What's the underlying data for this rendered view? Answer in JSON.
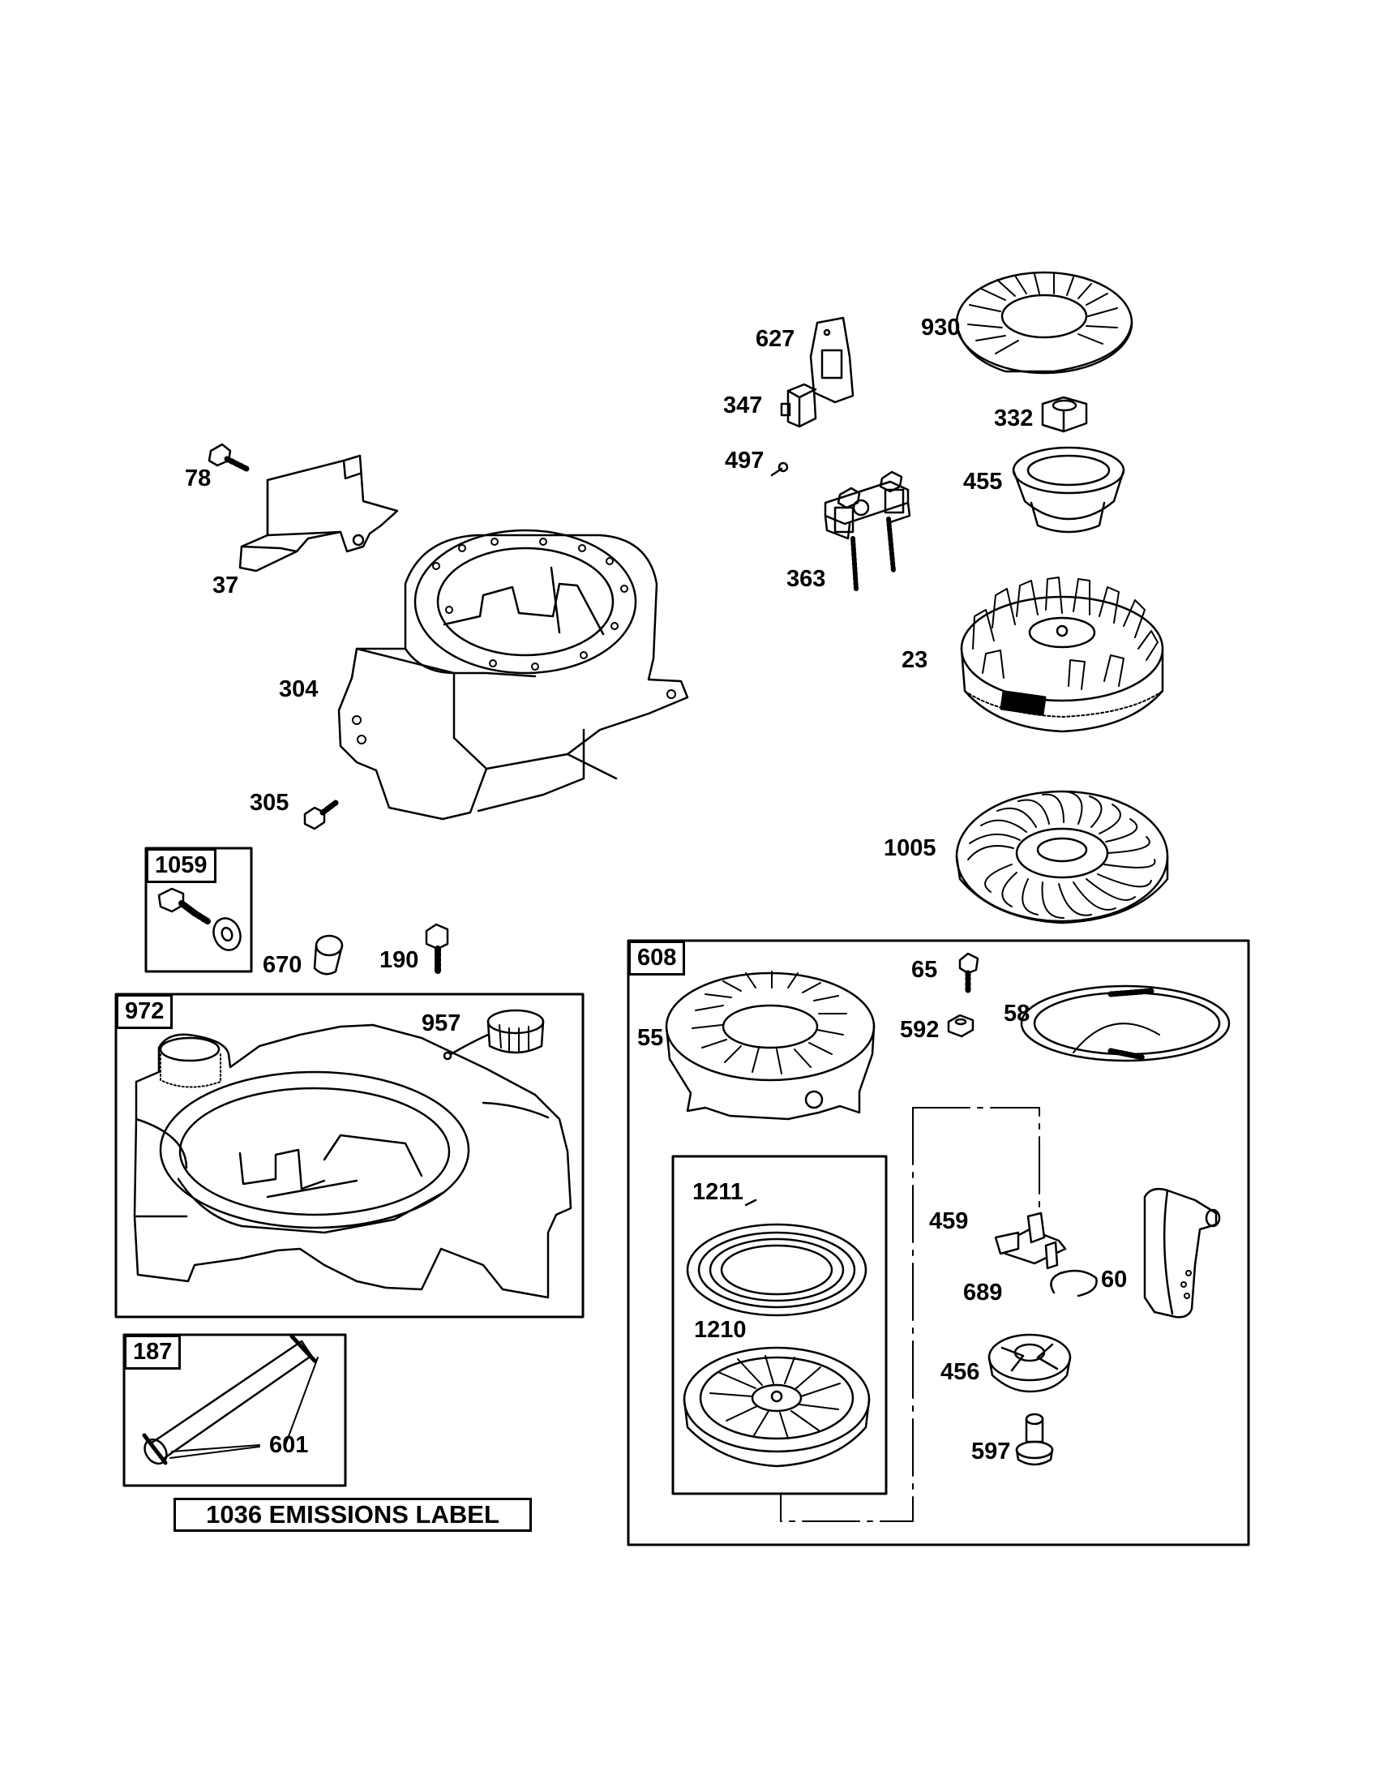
{
  "parts": {
    "p627": "627",
    "p930": "930",
    "p347": "347",
    "p332": "332",
    "p497": "497",
    "p455": "455",
    "p78": "78",
    "p363": "363",
    "p37": "37",
    "p23": "23",
    "p304": "304",
    "p305": "305",
    "p1005": "1005",
    "p670": "670",
    "p190": "190",
    "p957": "957",
    "p65": "65",
    "p55": "55",
    "p592": "592",
    "p58": "58",
    "p1211": "1211",
    "p459": "459",
    "p689": "689",
    "p60": "60",
    "p1210": "1210",
    "p456": "456",
    "p601": "601",
    "p597": "597"
  },
  "kits": {
    "k1059": "1059",
    "k972": "972",
    "k608": "608",
    "k187": "187"
  },
  "emissions_label": "1036 EMISSIONS LABEL"
}
